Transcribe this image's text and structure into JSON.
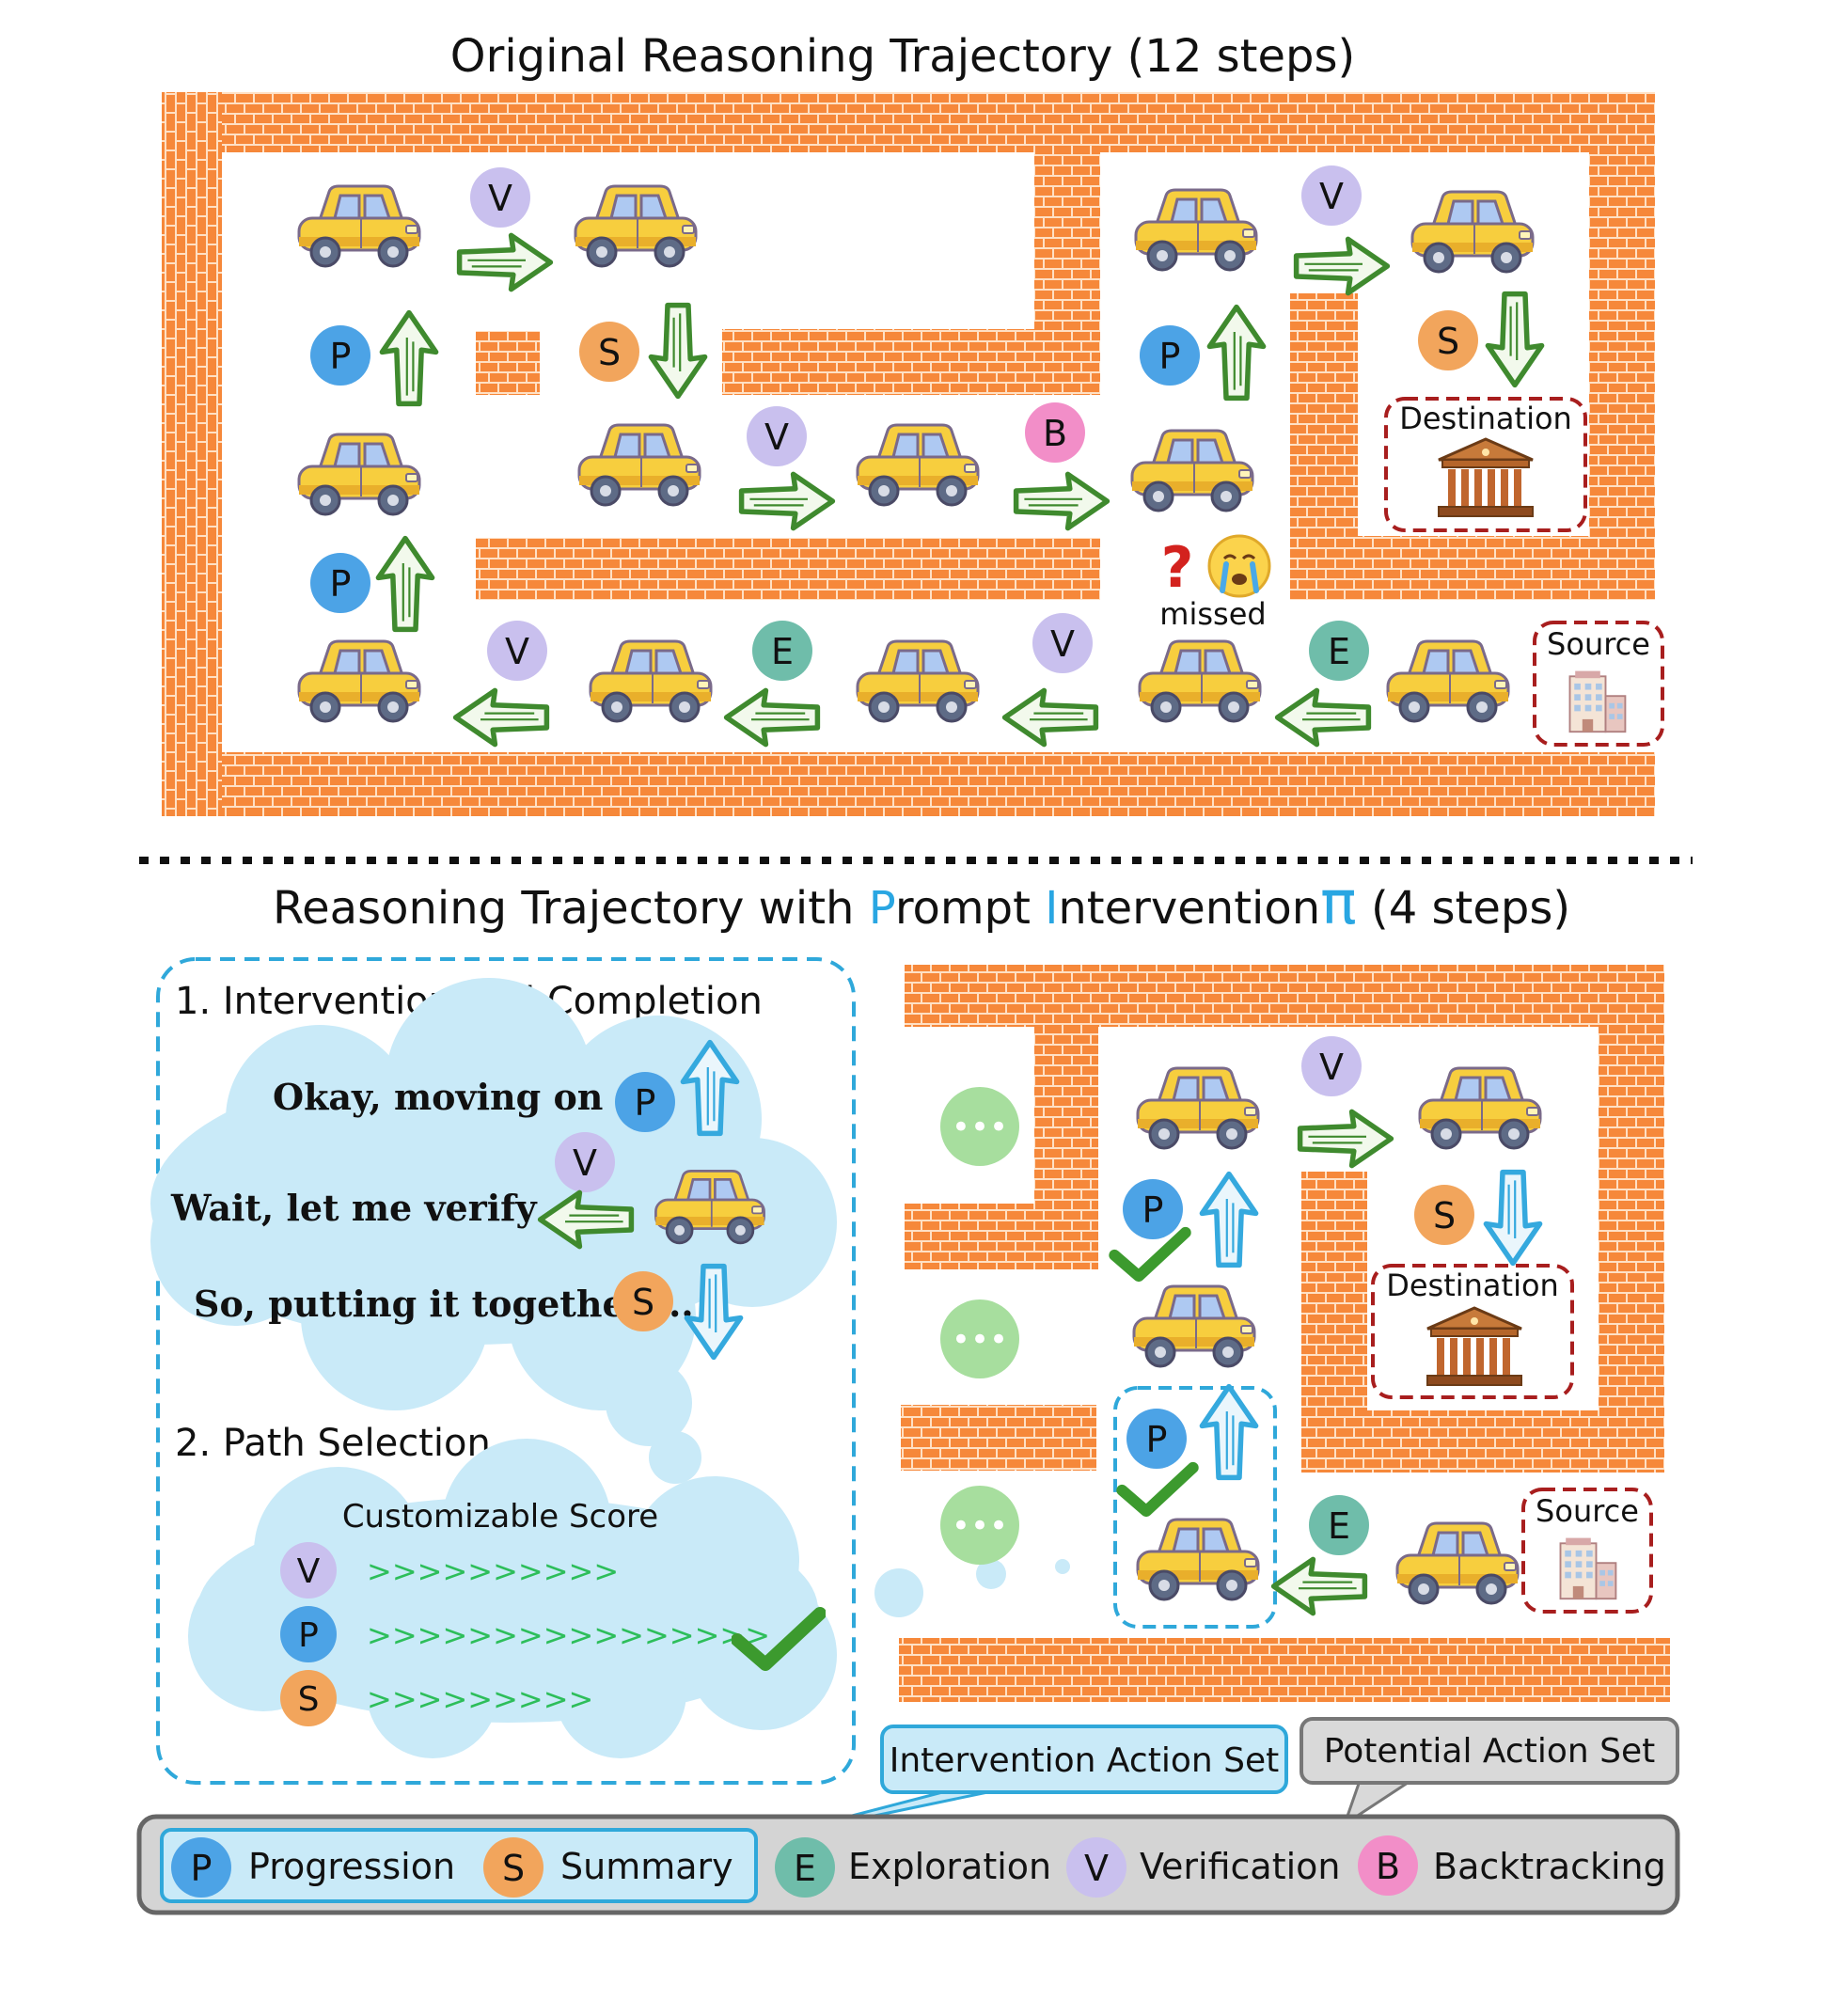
{
  "top": {
    "title": "Original Reasoning Trajectory (12 steps)",
    "destination": "Destination",
    "source": "Source",
    "missed": "missed",
    "question": "?"
  },
  "bottom": {
    "title": {
      "pre": "Reasoning Trajectory with ",
      "p": "P",
      "rompt": "rompt ",
      "i": "I",
      "ntervention": "ntervention",
      "pi": "π",
      "post": " (4 steps)"
    },
    "section1": "1. Intervention and Completion",
    "section2": "2. Path Selection",
    "line_moving": "Okay, moving on ...",
    "line_verify": "Wait, let me verify ...",
    "line_summary": "So, putting it together ...",
    "score_title": "Customizable Score",
    "score_v": ">>>>>>>>>>",
    "score_p": ">>>>>>>>>>>>>>>>",
    "score_s": ">>>>>>>>>",
    "destination": "Destination",
    "source": "Source",
    "dots": "•••"
  },
  "badges": {
    "P": "P",
    "S": "S",
    "V": "V",
    "E": "E",
    "B": "B"
  },
  "legend": {
    "intervention_set": "Intervention Action Set",
    "potential_set": "Potential Action Set",
    "progression": "Progression",
    "summary": "Summary",
    "exploration": "Exploration",
    "verification": "Verification",
    "backtracking": "Backtracking"
  },
  "colors": {
    "brick": "#F6883A",
    "mortar": "#FFE0C4",
    "arrow_green": "#3F8A2E",
    "arrow_blue": "#35A9DE",
    "badge_p": "#4CA3E6",
    "badge_s": "#F2A55C",
    "badge_v": "#C9C0EE",
    "badge_e": "#6FBDAA",
    "badge_b": "#F28EC8",
    "cloud": "#C9EAF8",
    "dash_blue": "#2FA8DA",
    "dash_red": "#A81E1E",
    "title_blue": "#29A6E2"
  }
}
